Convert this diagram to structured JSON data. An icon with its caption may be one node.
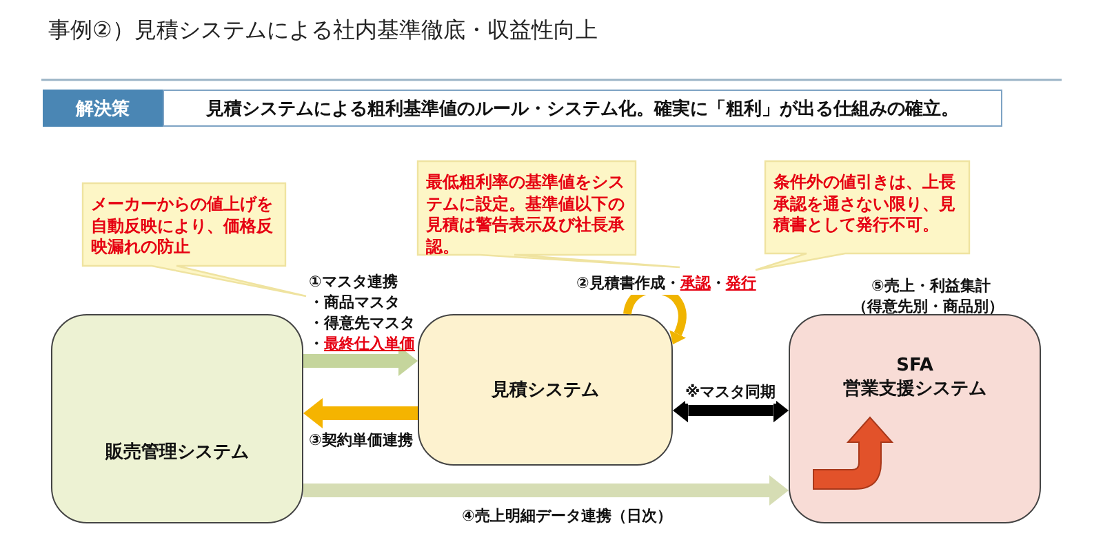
{
  "diagram": {
    "title": "事例②）見積システムによる社内基準徹底・収益性向上",
    "nodes": [
      {
        "text": [
          "解決策",
          "見積システムによる粗利基準値のルール・システム化。確実に「粗利」が出る仕組みの確立。"
        ]
      },
      {
        "text": [
          "メーカーからの値上げを自動反映により、価格反映漏れの防止"
        ]
      },
      {
        "text": [
          "最低粗利率の基準値をシステムに設定。基準値以下の見積は警告表示及び社長承認。"
        ]
      },
      {
        "text": [
          "条件外の値引きは、上長承認を通さない限り、見積書として発行不可。"
        ]
      },
      {
        "text": [
          "販売管理システム"
        ]
      },
      {
        "text": [
          "見積システム"
        ]
      },
      {
        "text": [
          "SFA",
          "営業支援システム"
        ],
        "beside": [
          "⑤売上・利益集計",
          "（得意先別・商品別）"
        ]
      }
    ],
    "edges": [
      {
        "from": 4,
        "to": 5,
        "arrow": "to",
        "label": "①マスタ連携",
        "color": "#c5d59c"
      },
      {
        "from": 5,
        "to": 4,
        "arrow": "to",
        "label": "③契約単価連携",
        "color": "#f5b400"
      },
      {
        "from": 5,
        "to": 5,
        "arrow": "to",
        "label": "②見積書作成・*承認*・*発行*",
        "color": "#f0b400"
      },
      {
        "from": 5,
        "to": 6,
        "arrow": "both",
        "label": "※マスタ同期",
        "color": "#000000"
      },
      {
        "from": 4,
        "to": 6,
        "arrow": "to",
        "label": "④売上明細データ連携（日次）",
        "color": "#d6ddb4"
      }
    ],
    "labels": [
      "・商品マスタ",
      "・得意先マスタ",
      "・*最終仕入単価*"
    ]
  }
}
